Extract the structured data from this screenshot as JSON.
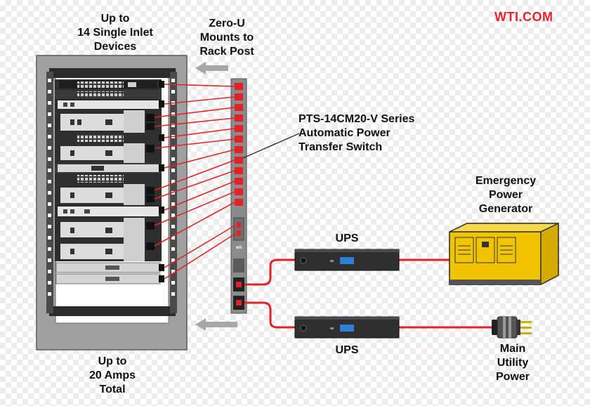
{
  "brand": "WTI.COM",
  "top_left_label": [
    "Up to",
    "14 Single Inlet",
    "Devices"
  ],
  "zero_u_label": [
    "Zero-U",
    "Mounts to",
    "Rack Post"
  ],
  "pts_label": [
    "PTS-14CM20-V Series",
    "Automatic Power",
    "Transfer Switch"
  ],
  "generator_label": [
    "Emergency",
    "Power",
    "Generator"
  ],
  "ups_top": "UPS",
  "ups_bottom": "UPS",
  "main_power_label": [
    "Main",
    "Utility",
    "Power"
  ],
  "bottom_label": [
    "Up to",
    "20 Amps",
    "Total"
  ],
  "pdu_logo": "wti",
  "colors": {
    "cable": "#e32228",
    "rack": "#9a9a9a",
    "pdu": "#8b8b8b",
    "generator": "#f2c400",
    "brand": "#e4252b",
    "ups_led": "#2f7fd6"
  }
}
